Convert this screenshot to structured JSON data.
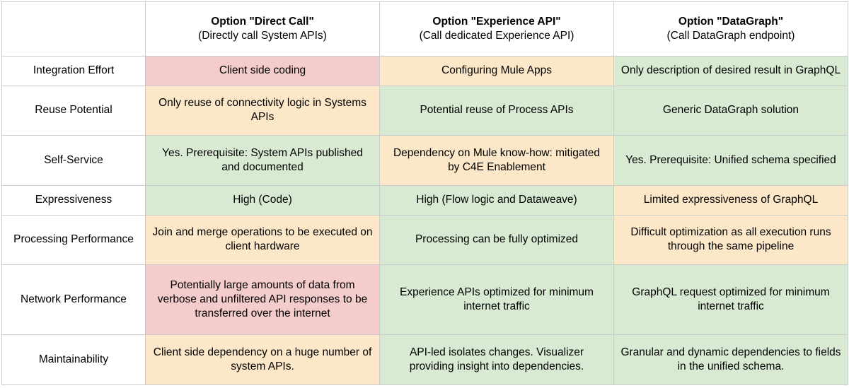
{
  "table": {
    "corner_label": "",
    "columns": [
      {
        "title": "Option \"Direct Call\"",
        "subtitle": "(Directly call System APIs)"
      },
      {
        "title": "Option \"Experience API\"",
        "subtitle": "(Call dedicated Experience API)"
      },
      {
        "title": "Option \"DataGraph\"",
        "subtitle": "(Call DataGraph endpoint)"
      }
    ],
    "colors": {
      "pink": "#f4cccc",
      "yellow": "#fce8c8",
      "green": "#d9ead3",
      "border": "#cccccc",
      "background": "#ffffff"
    },
    "rows": [
      {
        "label": "Integration Effort",
        "cells": [
          {
            "text": "Client side coding",
            "rating": "pink"
          },
          {
            "text": "Configuring Mule Apps",
            "rating": "yellow"
          },
          {
            "text": "Only description of desired result in GraphQL",
            "rating": "green"
          }
        ]
      },
      {
        "label": "Reuse Potential",
        "cells": [
          {
            "text": "Only reuse of connectivity logic in Systems APIs",
            "rating": "yellow"
          },
          {
            "text": "Potential reuse of Process APIs",
            "rating": "green"
          },
          {
            "text": "Generic DataGraph solution",
            "rating": "green"
          }
        ]
      },
      {
        "label": "Self-Service",
        "cells": [
          {
            "text": "Yes. Prerequisite: System APIs published and documented",
            "rating": "green"
          },
          {
            "text": "Dependency on Mule know-how: mitigated by C4E Enablement",
            "rating": "yellow"
          },
          {
            "text": "Yes. Prerequisite: Unified schema specified",
            "rating": "green"
          }
        ]
      },
      {
        "label": "Expressiveness",
        "cells": [
          {
            "text": "High (Code)",
            "rating": "green"
          },
          {
            "text": "High (Flow logic and Dataweave)",
            "rating": "green"
          },
          {
            "text": "Limited expressiveness of GraphQL",
            "rating": "yellow"
          }
        ]
      },
      {
        "label": "Processing Performance",
        "cells": [
          {
            "text": "Join and merge operations to be executed on client hardware",
            "rating": "yellow"
          },
          {
            "text": "Processing can be fully optimized",
            "rating": "green"
          },
          {
            "text": "Difficult optimization as all execution runs through the same pipeline",
            "rating": "yellow"
          }
        ]
      },
      {
        "label": "Network Performance",
        "cells": [
          {
            "text": "Potentially large amounts of data from verbose and unfiltered API responses to be transferred over the internet",
            "rating": "pink"
          },
          {
            "text": "Experience APIs optimized for minimum internet traffic",
            "rating": "green"
          },
          {
            "text": "GraphQL request optimized for minimum internet traffic",
            "rating": "green"
          }
        ]
      },
      {
        "label": "Maintainability",
        "cells": [
          {
            "text": "Client side dependency on a huge number of system APIs.",
            "rating": "yellow"
          },
          {
            "text": "API-led isolates changes. Visualizer providing insight into dependencies.",
            "rating": "green"
          },
          {
            "text": "Granular and dynamic dependencies to fields in the unified schema.",
            "rating": "green"
          }
        ]
      }
    ]
  }
}
